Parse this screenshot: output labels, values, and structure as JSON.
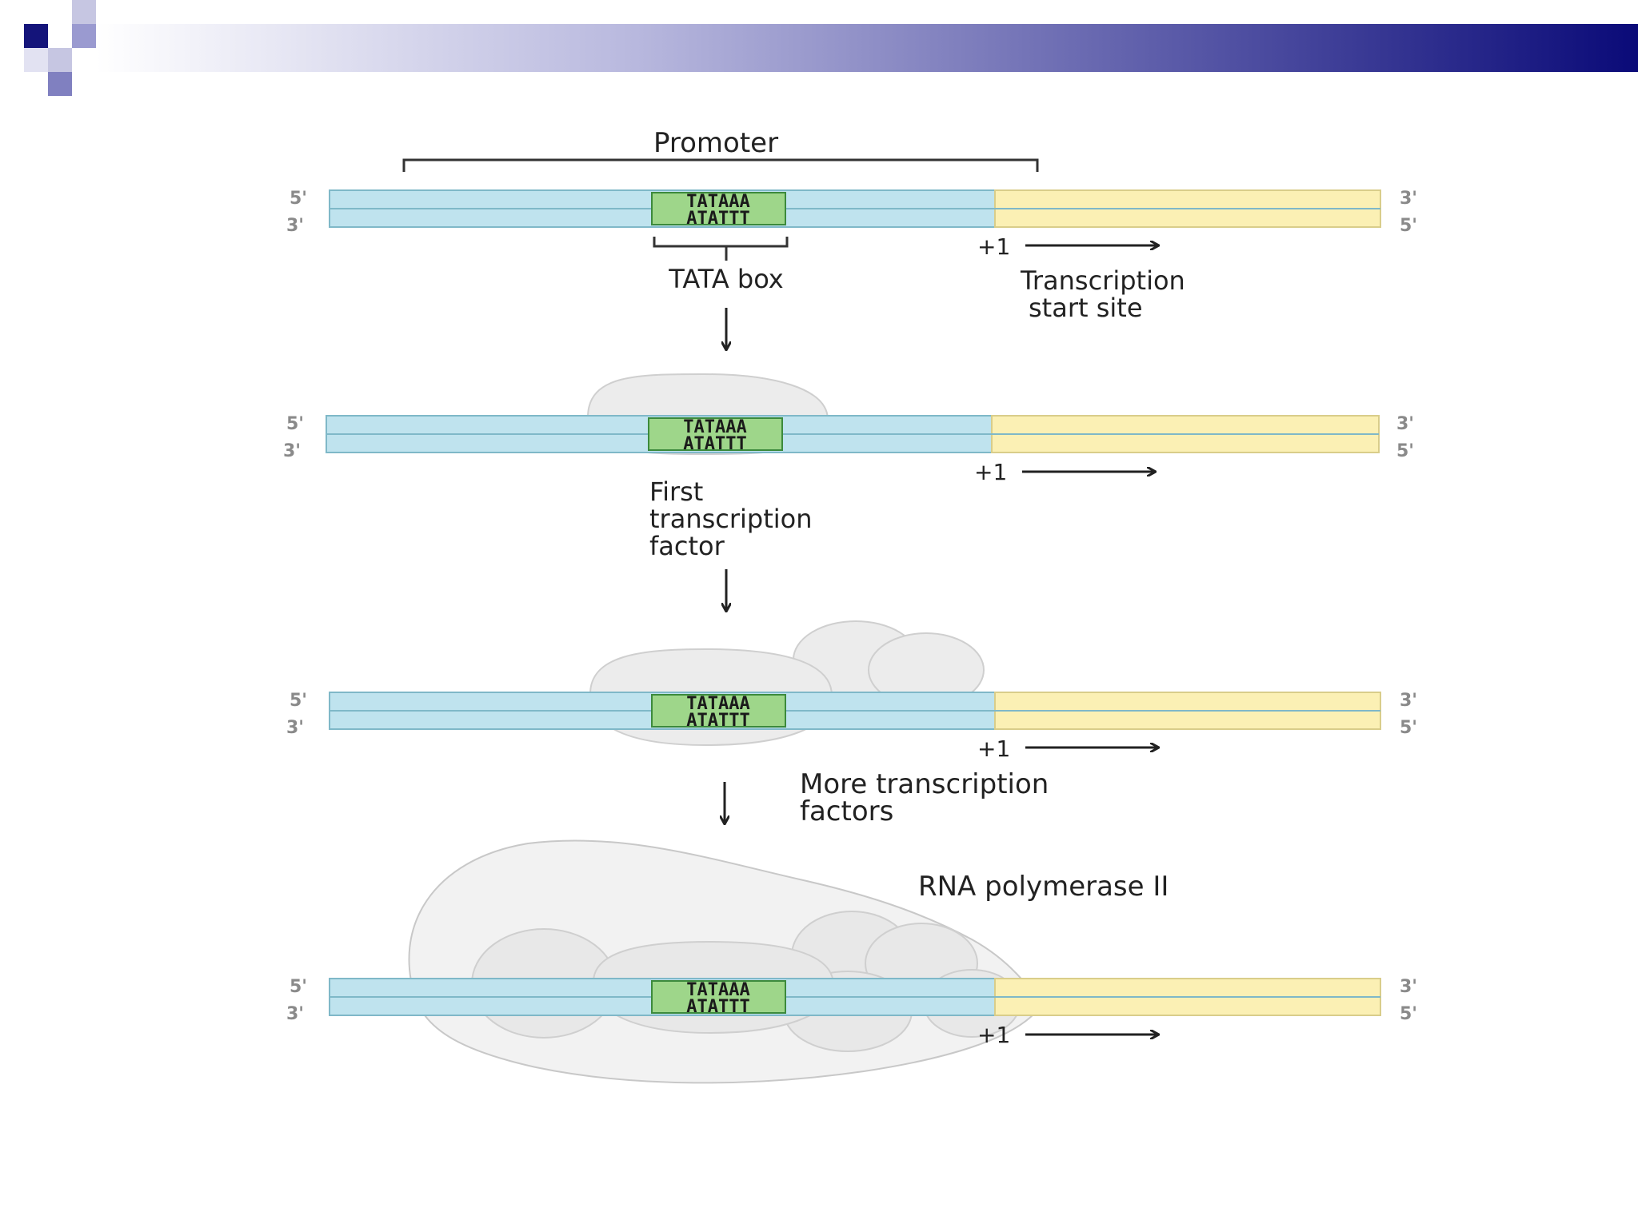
{
  "diagram": {
    "labels": {
      "promoter": "Promoter",
      "tata_box": "TATA box",
      "plus_one": "+1",
      "tss_line1": "Transcription",
      "tss_line2": "start site",
      "first_tf_line1": "First",
      "first_tf_line2": "transcription",
      "first_tf_line3": "factor",
      "more_tf_line1": "More transcription",
      "more_tf_line2": "factors",
      "rna_pol": "RNA polymerase II"
    },
    "strand_ends": {
      "top_left": "5'",
      "bottom_left": "3'",
      "top_right": "3'",
      "bottom_right": "5'"
    },
    "tata_sequence": {
      "top": "TATAAA",
      "bottom": "ATATTT"
    },
    "colors": {
      "promoter_dna": "#bfe3ee",
      "coding_dna": "#fbf0b4",
      "tata_box": "#9ed68a",
      "protein": "#ececec",
      "header_dark": "#14147a"
    }
  }
}
